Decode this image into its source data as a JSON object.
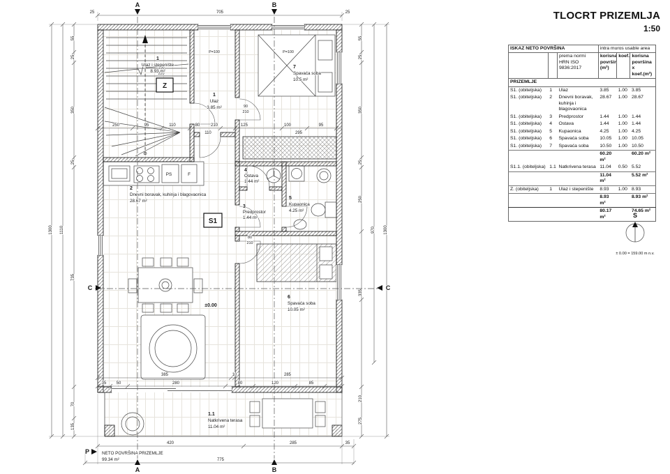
{
  "colors": {
    "line": "#1a1a1a",
    "hatch": "#7a7a7a",
    "floor": "#e6e3dc",
    "paper": "#ffffff"
  },
  "title_block": {
    "title": "TLOCRT PRIZEMLJA",
    "scale": "1:50"
  },
  "north": {
    "letter": "S",
    "note": "± 0.00 = 159.00 m n.v."
  },
  "area_table": {
    "title_left": "ISKAZ NETO POVRŠINA",
    "title_right": "intra muros usable area",
    "headers": {
      "norm": "prema normi\nHRN ISO\n9836:2017",
      "area": "korisna\npovršina\n(m²)",
      "koef": "koef.",
      "area_koef": "korisna\npovršina x\nkoef.(m²)"
    },
    "section": "PRIZEMLJE",
    "rows": [
      {
        "unit": "S1. (obiteljska)",
        "no": "1",
        "name": "Ulaz",
        "area": "3.85",
        "koef": "1.00",
        "result": "3.85"
      },
      {
        "unit": "S1. (obiteljska)",
        "no": "2",
        "name": "Dnevni boravak,\nkuhinja i\nblagovaonica",
        "area": "28.67",
        "koef": "1.00",
        "result": "28.67"
      },
      {
        "unit": "S1. (obiteljska)",
        "no": "3",
        "name": "Predprostor",
        "area": "1.44",
        "koef": "1.00",
        "result": "1.44"
      },
      {
        "unit": "S1. (obiteljska)",
        "no": "4",
        "name": "Ostava",
        "area": "1.44",
        "koef": "1.00",
        "result": "1.44"
      },
      {
        "unit": "S1. (obiteljska)",
        "no": "5",
        "name": "Kupaonica",
        "area": "4.25",
        "koef": "1.00",
        "result": "4.25"
      },
      {
        "unit": "S1. (obiteljska)",
        "no": "6",
        "name": "Spavaća soba",
        "area": "10.05",
        "koef": "1.00",
        "result": "10.05"
      },
      {
        "unit": "S1. (obiteljska)",
        "no": "7",
        "name": "Spavaća soba",
        "area": "10.50",
        "koef": "1.00",
        "result": "10.50"
      }
    ],
    "subtotal_s1": {
      "area": "60.20 m²",
      "result": "60.20 m²"
    },
    "row_s11": {
      "unit": "S1.1. (obiteljska)",
      "no": "1.1",
      "name": "Natkrivena terasa",
      "area": "11.04",
      "koef": "0.50",
      "result": "5.52"
    },
    "subtotal_s11": {
      "area": "11.04 m²",
      "result": "5.52 m²"
    },
    "row_z": {
      "unit": "Z. (obiteljska)",
      "no": "1",
      "name": "Ulaz i stepenište",
      "area": "8.93",
      "koef": "1.00",
      "result": "8.93"
    },
    "subtotal_z": {
      "area": "8.93 m²",
      "result": "8.93 m²"
    },
    "total": {
      "area": "80.17 m²",
      "result": "74.65 m²"
    }
  },
  "plan": {
    "rooms": [
      {
        "num": "1",
        "name": "Ulaz i stepenište",
        "area": "8.93 m²"
      },
      {
        "num": "1",
        "name": "Ulaz",
        "area": "3.85 m²"
      },
      {
        "num": "7",
        "name": "Spavaća soba",
        "area": "10.5 m²"
      },
      {
        "num": "2",
        "name": "Dnevni boravak, kuhinja i blagovaonica",
        "area": "28.67 m²"
      },
      {
        "num": "4",
        "name": "Ostava",
        "area": "1.44 m²"
      },
      {
        "num": "3",
        "name": "Predprostor",
        "area": "1.44 m²"
      },
      {
        "num": "5",
        "name": "Kupaonica",
        "area": "4.25 m²"
      },
      {
        "num": "6",
        "name": "Spavaća soba",
        "area": "10.05 m²"
      },
      {
        "num": "1.1",
        "name": "Natkrivena terasa",
        "area": "11.04 m²"
      }
    ],
    "labels": {
      "z": "Z",
      "s1": "S1",
      "ps": "PS",
      "f": "F",
      "level": "±0.00",
      "window1": "P=100",
      "window2": "P=100"
    },
    "net_area": {
      "label": "NETO POVRŠINA PRIZEMLJE",
      "value": "99.34 m²"
    },
    "markers": {
      "a": "A",
      "b": "B",
      "c": "C",
      "p": "P"
    },
    "dims": {
      "top": [
        "25",
        "705",
        "25"
      ],
      "mid": [
        "250",
        "95",
        "110",
        "80",
        "210",
        "125",
        "100",
        "95"
      ],
      "mid2": [
        "110",
        "295"
      ],
      "left": [
        "55",
        "25",
        "350",
        "25",
        "735",
        "70",
        "135"
      ],
      "left_mid": "1110",
      "left_outer": "1300",
      "right": [
        "55",
        "25",
        "350",
        "25",
        "250",
        "335",
        "210",
        "275"
      ],
      "right_mid": "970",
      "right_outer": "1300",
      "bottom1": [
        "385",
        "10",
        "285"
      ],
      "bottom2": [
        "35",
        "50",
        "280",
        "80",
        "120",
        "85"
      ],
      "bottom3": [
        "420",
        "285",
        "35"
      ],
      "bottom4": "775",
      "door1": [
        "100",
        "220"
      ],
      "door2": [
        "90",
        "210"
      ],
      "door3": [
        "80",
        "210"
      ]
    }
  }
}
